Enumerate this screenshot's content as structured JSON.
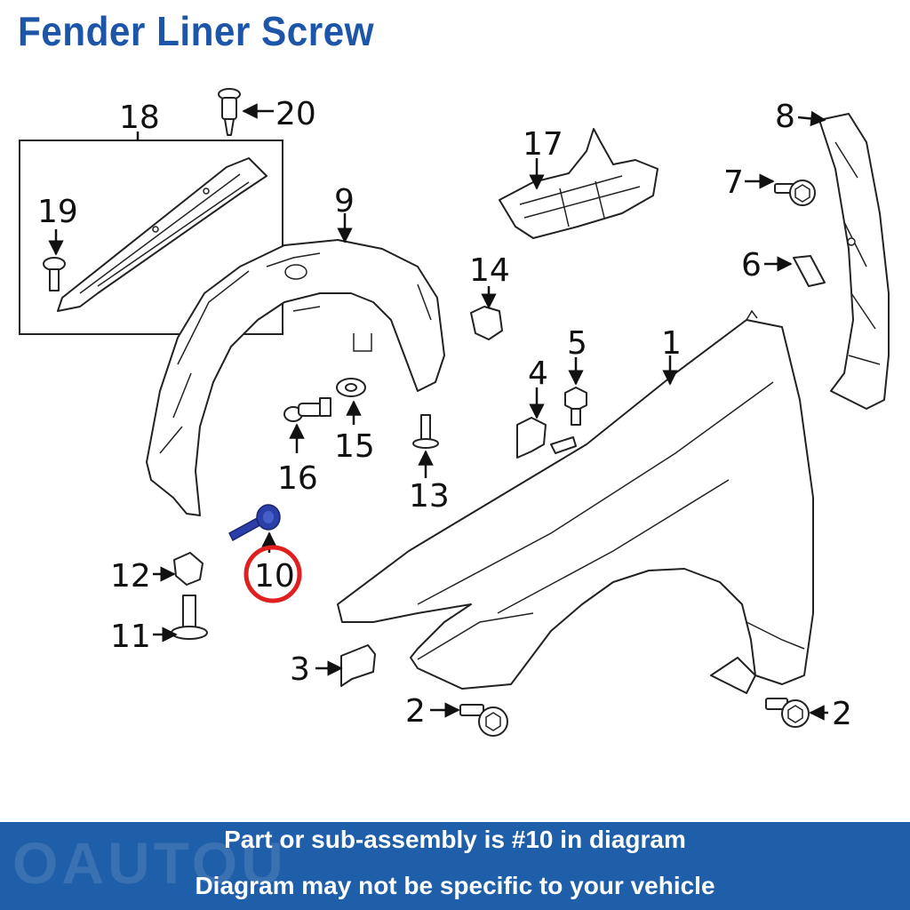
{
  "title": "Fender Liner Screw",
  "callouts": {
    "c1": "1",
    "c2a": "2",
    "c2b": "2",
    "c3": "3",
    "c4": "4",
    "c5": "5",
    "c6": "6",
    "c7": "7",
    "c8": "8",
    "c9": "9",
    "c10": "10",
    "c11": "11",
    "c12": "12",
    "c13": "13",
    "c14": "14",
    "c15": "15",
    "c16": "16",
    "c17": "17",
    "c18": "18",
    "c19": "19",
    "c20": "20"
  },
  "highlight": {
    "part_number": "10",
    "ring_color": "#e02020",
    "part_color": "#2b3fa8"
  },
  "banner": {
    "line1": "Part or sub-assembly is #10 in diagram",
    "line2": "Diagram may not be specific to your vehicle",
    "watermark": "OAUTOU",
    "color": "#1f5ea8"
  }
}
